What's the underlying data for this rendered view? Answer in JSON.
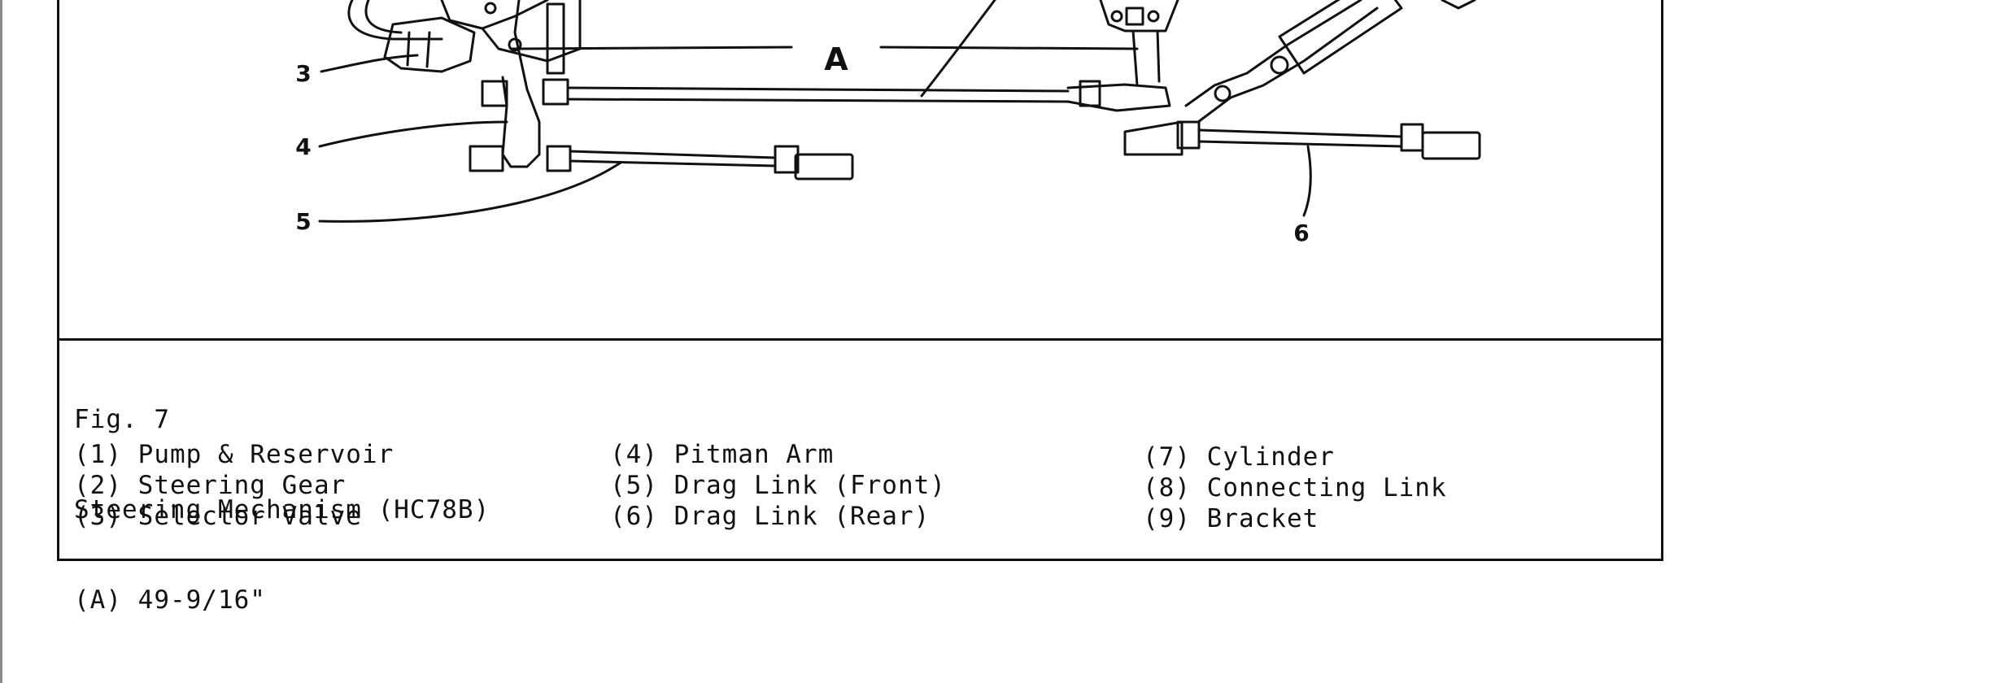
{
  "drawing": {
    "dimension_label": "A",
    "callouts": [
      "3",
      "4",
      "5",
      "6"
    ]
  },
  "caption": {
    "figure": "Fig. 7",
    "title": "Steering Mechanism (HC78B)",
    "dimension": "(A) 49-9/16\""
  },
  "parts": [
    [
      {
        "text": "(1) Pump & Reservoir"
      },
      {
        "text": "(2) Steering Gear"
      },
      {
        "text": "(3) Selector Valve"
      }
    ],
    [
      {
        "text": "(4) Pitman Arm"
      },
      {
        "text": "(5) Drag Link (Front)"
      },
      {
        "text": "(6) Drag Link (Rear)"
      }
    ],
    [
      {
        "text": "(7) Cylinder"
      },
      {
        "text": "(8) Connecting Link"
      },
      {
        "text": "(9) Bracket"
      }
    ]
  ]
}
